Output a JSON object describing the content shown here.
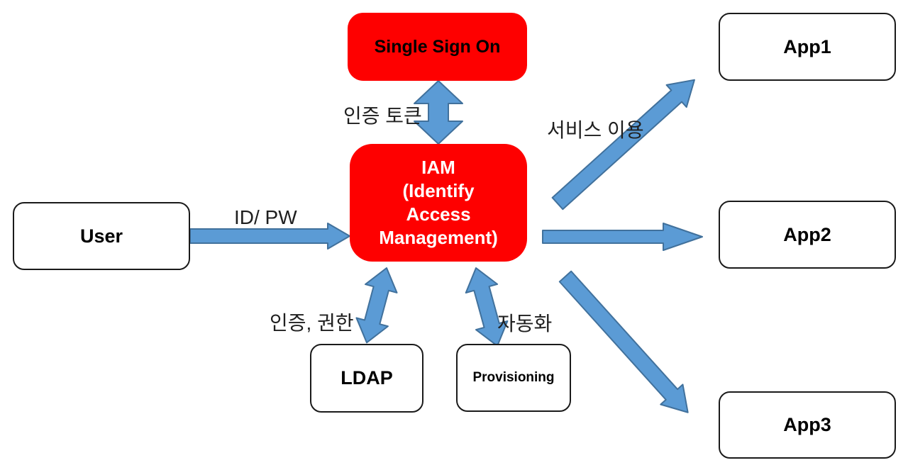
{
  "diagram": {
    "nodes": {
      "sso": {
        "label": "Single Sign On"
      },
      "iam": {
        "label_lines": [
          "IAM",
          "(Identify",
          "Access",
          "Management)"
        ]
      },
      "user": {
        "label": "User"
      },
      "app1": {
        "label": "App1"
      },
      "app2": {
        "label": "App2"
      },
      "app3": {
        "label": "App3"
      },
      "ldap": {
        "label": "LDAP"
      },
      "provisioning": {
        "label": "Provisioning"
      }
    },
    "edge_labels": {
      "auth_token": "인증 토큰",
      "service_use": "서비스 이용",
      "id_pw": "ID/ PW",
      "auth_perm": "인증, 권한",
      "automation": "자동화"
    },
    "colors": {
      "node_red": "#fe0000",
      "node_white": "#ffffff",
      "node_border": "#1a1a1a",
      "arrow_fill": "#5b9bd5",
      "arrow_stroke": "#41719c",
      "text_on_red_sso": "#000000",
      "text_on_red_iam": "#ffffff",
      "background": "#ffffff"
    }
  }
}
